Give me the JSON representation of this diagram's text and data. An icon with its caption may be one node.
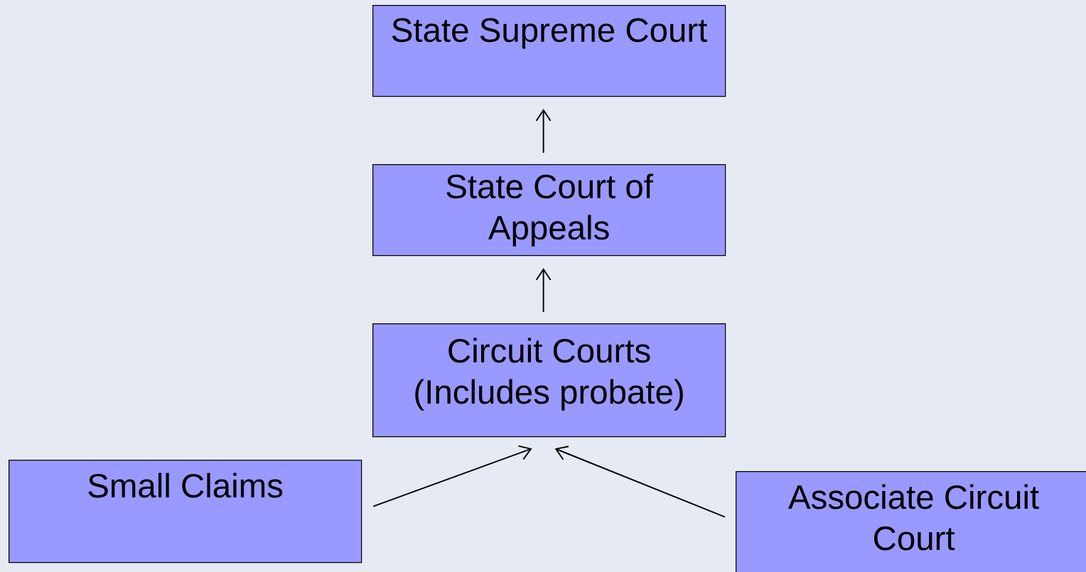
{
  "diagram": {
    "nodes": [
      {
        "text": [
          "State Supreme Court"
        ]
      },
      {
        "text": [
          "State Court of Appeals"
        ]
      },
      {
        "text": [
          "Circuit Courts (Includes probate)"
        ]
      },
      {
        "text": [
          "Small Claims"
        ]
      },
      {
        "text": [
          "Associate Circuit Court"
        ]
      }
    ],
    "edges": [
      {
        "from": 1,
        "to": 0,
        "arrow": "to"
      },
      {
        "from": 2,
        "to": 1,
        "arrow": "to"
      },
      {
        "from": 3,
        "to": 2,
        "arrow": "to"
      },
      {
        "from": 4,
        "to": 2,
        "arrow": "to"
      }
    ]
  }
}
